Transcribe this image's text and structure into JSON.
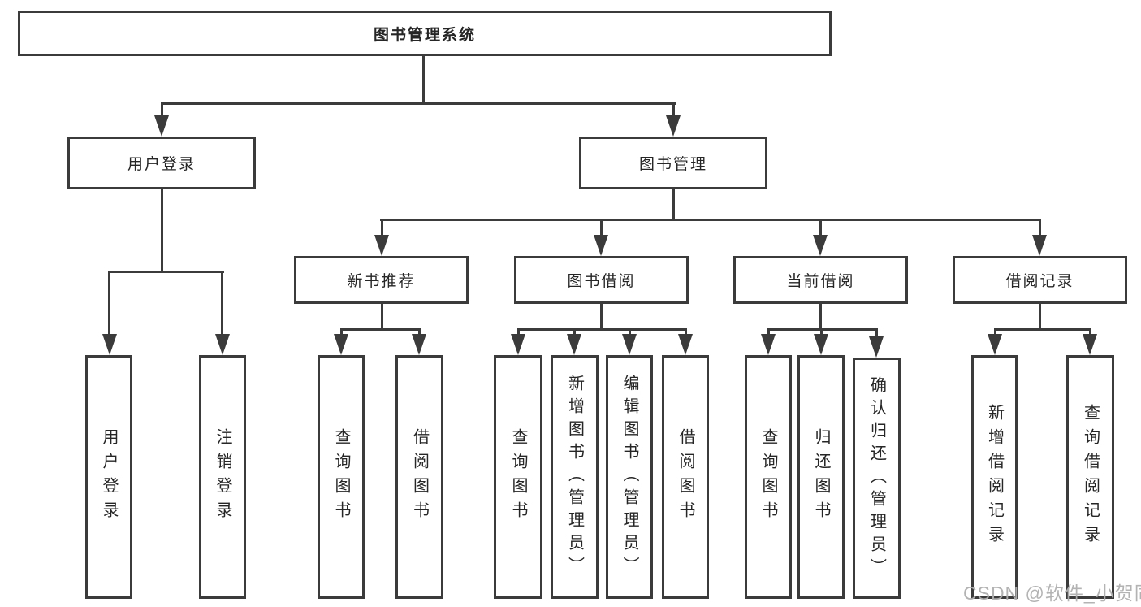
{
  "diagram": {
    "root_label": "图书管理系统",
    "branches": [
      {
        "label": "用户登录",
        "leaves": [
          "用户登录",
          "注销登录"
        ]
      },
      {
        "label": "图书管理",
        "groups": [
          {
            "label": "新书推荐",
            "leaves": [
              "查询图书",
              "借阅图书"
            ]
          },
          {
            "label": "图书借阅",
            "leaves": [
              "查询图书",
              "新增图书（管理员）",
              "编辑图书（管理员）",
              "借阅图书"
            ]
          },
          {
            "label": "当前借阅",
            "leaves": [
              "查询图书",
              "归还图书",
              "确认归还（管理员）"
            ]
          },
          {
            "label": "借阅记录",
            "leaves": [
              "新增借阅记录",
              "查询借阅记录"
            ]
          }
        ]
      }
    ],
    "colors": {
      "line": "#3b3b3b",
      "text": "#262626",
      "background": "#ffffff",
      "watermark": "#afafaf"
    }
  },
  "watermark": "CSDN @软件_小贺同学"
}
